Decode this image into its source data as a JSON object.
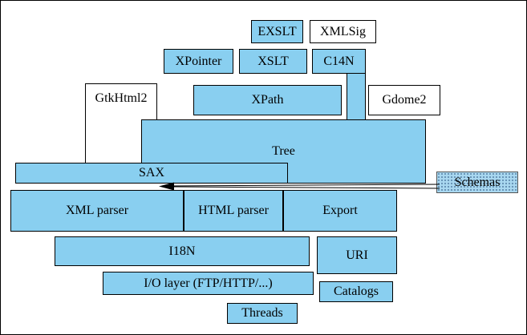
{
  "diagram": {
    "boxes": {
      "exslt": {
        "label": "EXSLT"
      },
      "xmlsig": {
        "label": "XMLSig"
      },
      "xpointer": {
        "label": "XPointer"
      },
      "xslt": {
        "label": "XSLT"
      },
      "c14n": {
        "label": "C14N"
      },
      "gtkhtml2": {
        "label": "GtkHtml2"
      },
      "xpath": {
        "label": "XPath"
      },
      "gdome2": {
        "label": "Gdome2"
      },
      "tree": {
        "label": "Tree"
      },
      "sax": {
        "label": "SAX"
      },
      "schemas": {
        "label": "Schemas"
      },
      "xml_parser": {
        "label": "XML parser"
      },
      "html_parser": {
        "label": "HTML parser"
      },
      "export": {
        "label": "Export"
      },
      "i18n": {
        "label": "I18N"
      },
      "uri": {
        "label": "URI"
      },
      "io_layer": {
        "label": "I/O layer (FTP/HTTP/...)"
      },
      "catalogs": {
        "label": "Catalogs"
      },
      "threads": {
        "label": "Threads"
      }
    },
    "connections": [
      {
        "from": "Schemas",
        "to": "SAX",
        "style": "left-arrow"
      }
    ],
    "colors": {
      "module_fill": "#89CFF0",
      "external_fill": "#FFFFFF",
      "border": "#000000",
      "background": "#FFFFFF"
    }
  }
}
